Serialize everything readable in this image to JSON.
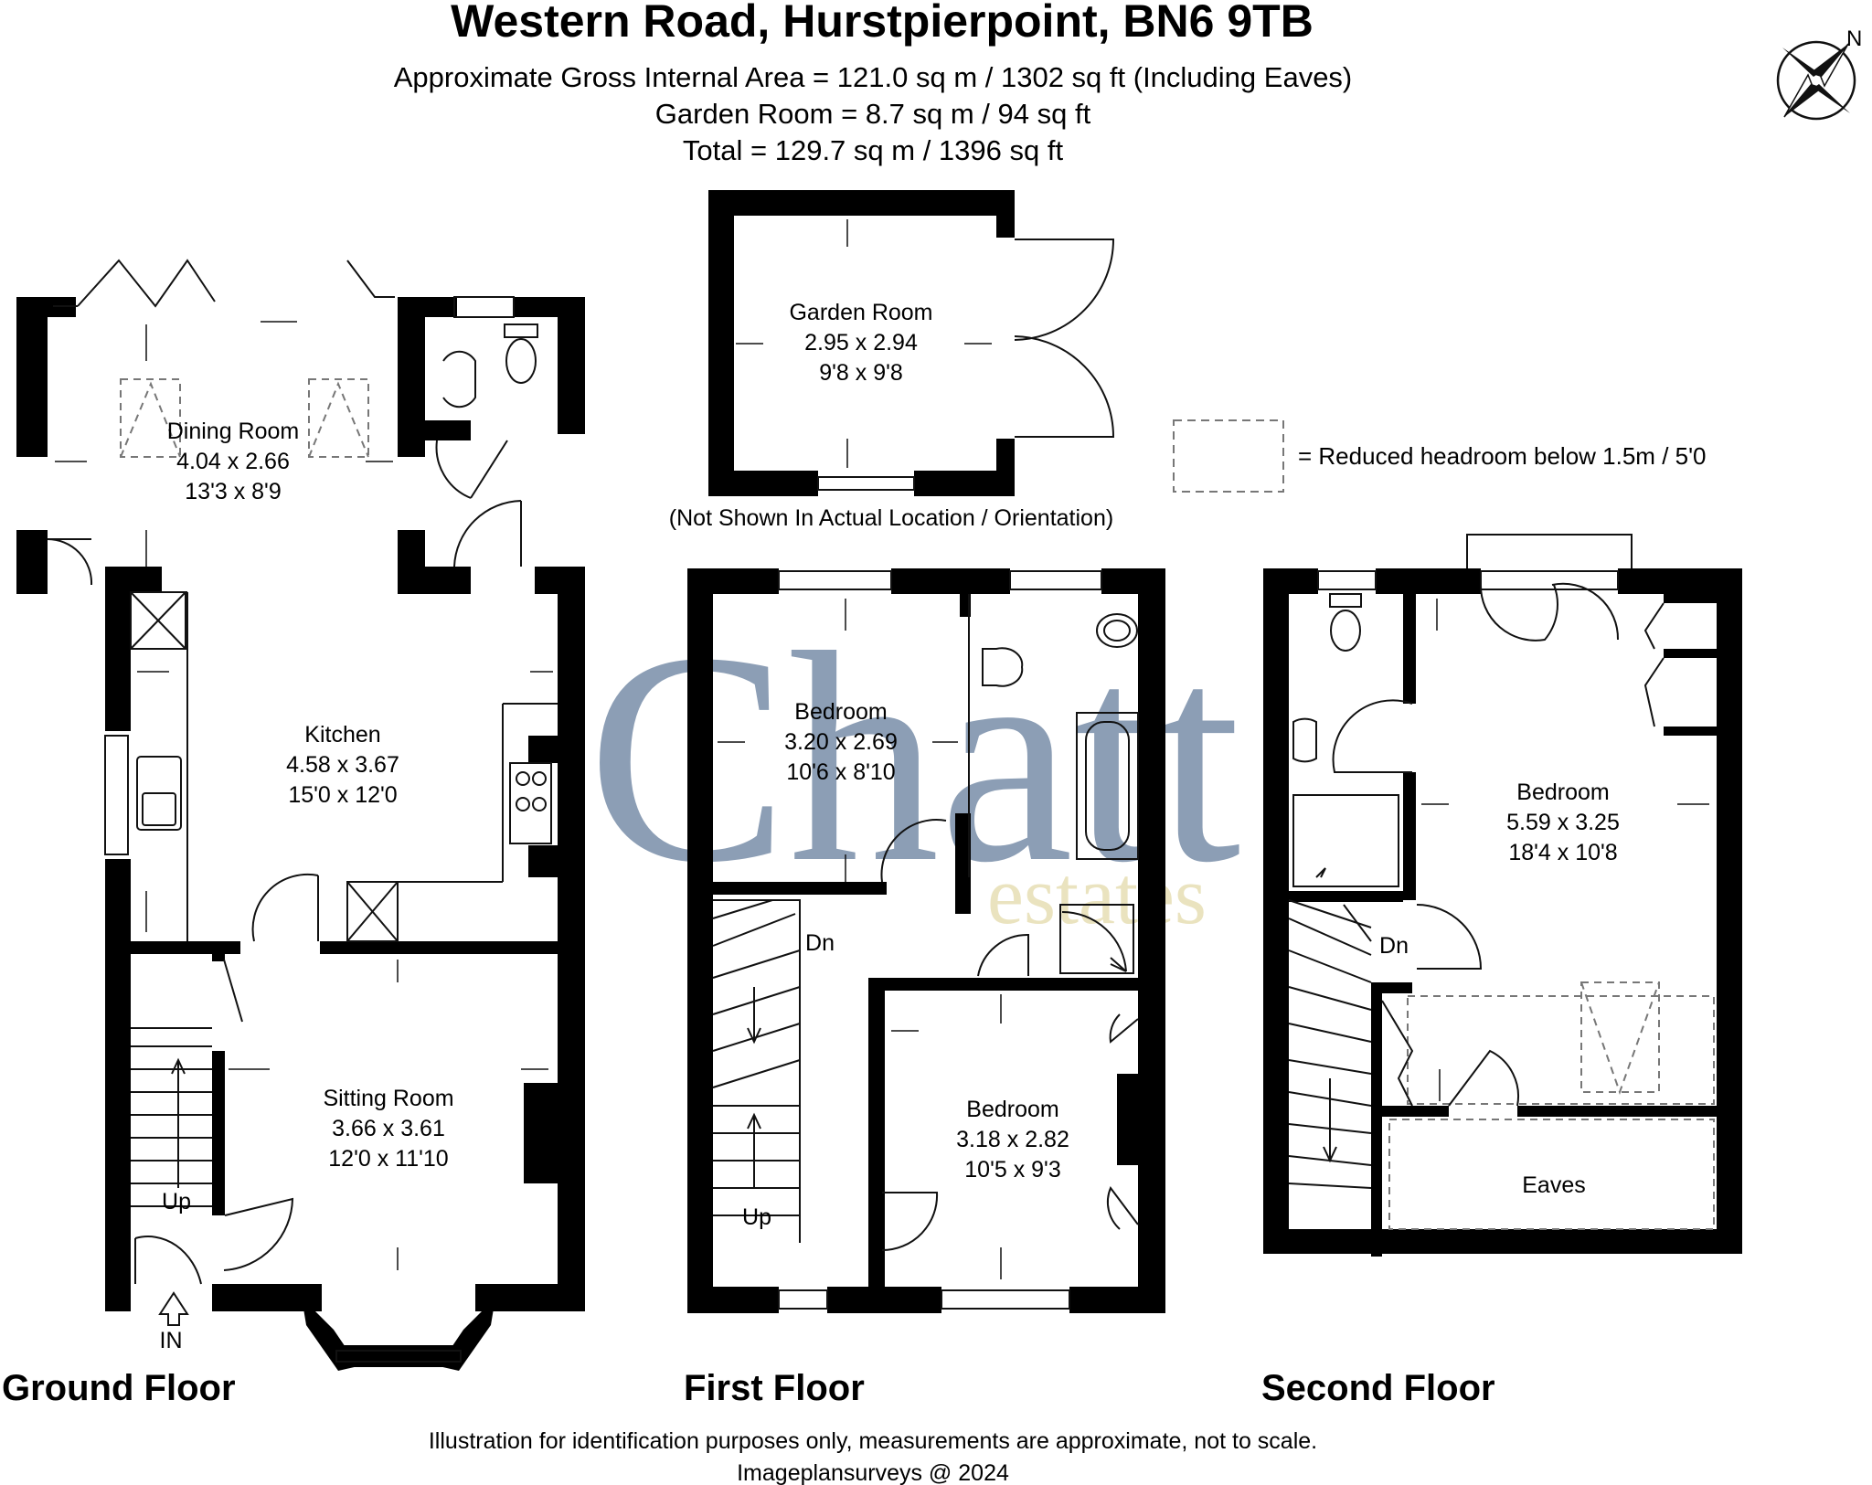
{
  "header": {
    "title": "Western Road, Hurstpierpoint, BN6 9TB",
    "area_line1": "Approximate Gross Internal Area = 121.0 sq m / 1302 sq ft (Including Eaves)",
    "area_line2": "Garden Room = 8.7 sq m / 94 sq ft",
    "area_line3": "Total = 129.7 sq m / 1396 sq ft"
  },
  "compass": {
    "label": "N"
  },
  "legend": {
    "text": "= Reduced headroom below 1.5m / 5'0"
  },
  "garden_note": "(Not Shown In Actual Location / Orientation)",
  "watermark": {
    "word": "Chatt",
    "sub": "estates",
    "color": "#7f93ad",
    "sub_color": "#eae3bf"
  },
  "rooms": {
    "dining": {
      "name": "Dining Room",
      "metric": "4.04 x 2.66",
      "imperial": "13'3 x 8'9"
    },
    "kitchen": {
      "name": "Kitchen",
      "metric": "4.58 x 3.67",
      "imperial": "15'0 x 12'0"
    },
    "sitting": {
      "name": "Sitting Room",
      "metric": "3.66 x 3.61",
      "imperial": "12'0 x 11'10"
    },
    "garden": {
      "name": "Garden Room",
      "metric": "2.95 x 2.94",
      "imperial": "9'8 x 9'8"
    },
    "bed1": {
      "name": "Bedroom",
      "metric": "3.20 x 2.69",
      "imperial": "10'6 x 8'10"
    },
    "bed2": {
      "name": "Bedroom",
      "metric": "3.18 x 2.82",
      "imperial": "10'5 x 9'3"
    },
    "bed3": {
      "name": "Bedroom",
      "metric": "5.59 x 3.25",
      "imperial": "18'4 x 10'8"
    },
    "eaves": {
      "name": "Eaves"
    }
  },
  "stair_labels": {
    "gf_up": "Up",
    "ff_up": "Up",
    "ff_dn": "Dn",
    "sf_dn": "Dn",
    "entrance": "IN"
  },
  "floors": {
    "ground": "Ground Floor",
    "first": "First Floor",
    "second": "Second Floor"
  },
  "footer": {
    "line1": "Illustration for identification purposes only, measurements are approximate, not to scale.",
    "line2": "Imageplansurveys @ 2024"
  },
  "colors": {
    "wall": "#000000",
    "line": "#111111",
    "dash": "#777777"
  }
}
